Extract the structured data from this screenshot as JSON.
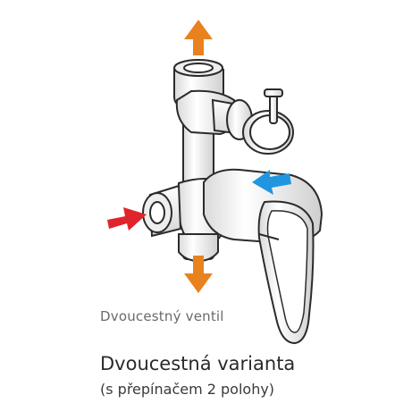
{
  "diagram": {
    "valve_label": "Dvoucestný ventil",
    "caption_title": "Dvoucestná varianta",
    "caption_subtitle": "(s přepínačem 2 polohy)"
  },
  "colors": {
    "outlet_arrow": "#e8821e",
    "cold_inlet_arrow": "#2196e0",
    "hot_inlet_arrow": "#e0242b",
    "line": "#2b2b2b",
    "fill": "#f4f4f4"
  },
  "icons": {
    "outlet_top": "arrow-up-icon",
    "outlet_bottom": "arrow-down-icon",
    "cold_inlet": "arrow-left-icon",
    "hot_inlet": "arrow-right-icon"
  }
}
